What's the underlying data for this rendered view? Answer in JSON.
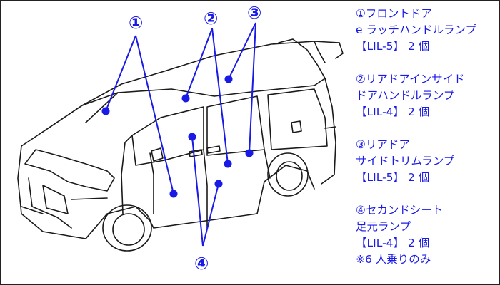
{
  "callouts": {
    "c1": "①",
    "c2": "②",
    "c3": "③",
    "c4": "④"
  },
  "legend": [
    {
      "lines": [
        "①フロントドア",
        "e ラッチハンドルランプ",
        "【LIL-5】 2 個"
      ]
    },
    {
      "lines": [
        "②リアドアインサイド",
        "ドアハンドルランプ",
        "【LIL-4】 2 個"
      ]
    },
    {
      "lines": [
        "③リアドア",
        "サイドトリムランプ",
        "【LIL-5】 2 個"
      ]
    },
    {
      "lines": [
        "④セカンドシート",
        "足元ランプ",
        "【LIL-4】 2 個",
        "※6 人乗りのみ"
      ]
    }
  ],
  "colors": {
    "accent": "#1a1ae6",
    "line": "#1a1a1a"
  }
}
